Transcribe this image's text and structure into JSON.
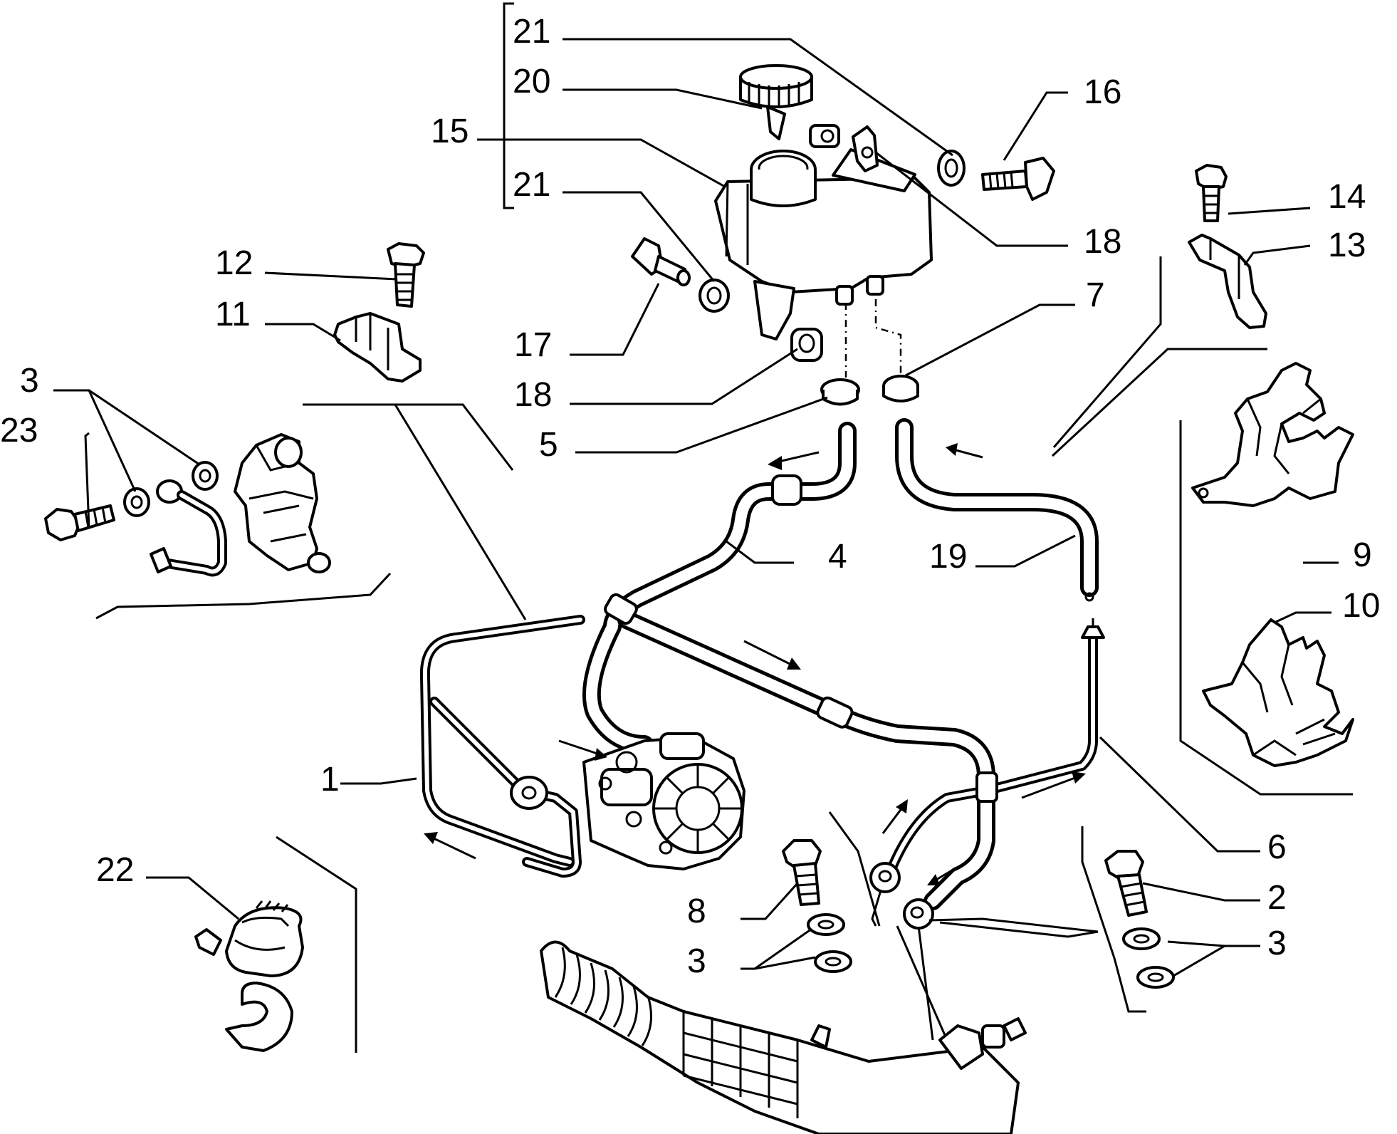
{
  "labels": {
    "l1": "1",
    "l2": "2",
    "l3a": "3",
    "l3b": "3",
    "l3c": "3",
    "l4": "4",
    "l5": "5",
    "l6": "6",
    "l7": "7",
    "l8": "8",
    "l9": "9",
    "l10": "10",
    "l11": "11",
    "l12": "12",
    "l13": "13",
    "l14": "14",
    "l15": "15",
    "l16": "16",
    "l17": "17",
    "l18a": "18",
    "l18b": "18",
    "l19": "19",
    "l20": "20",
    "l21a": "21",
    "l21b": "21",
    "l22": "22",
    "l23": "23"
  },
  "colors": {
    "ink": "#000000",
    "paper": "#ffffff"
  },
  "flow_arrows": [
    "arrow-left",
    "arrow-right",
    "arrow-up"
  ]
}
